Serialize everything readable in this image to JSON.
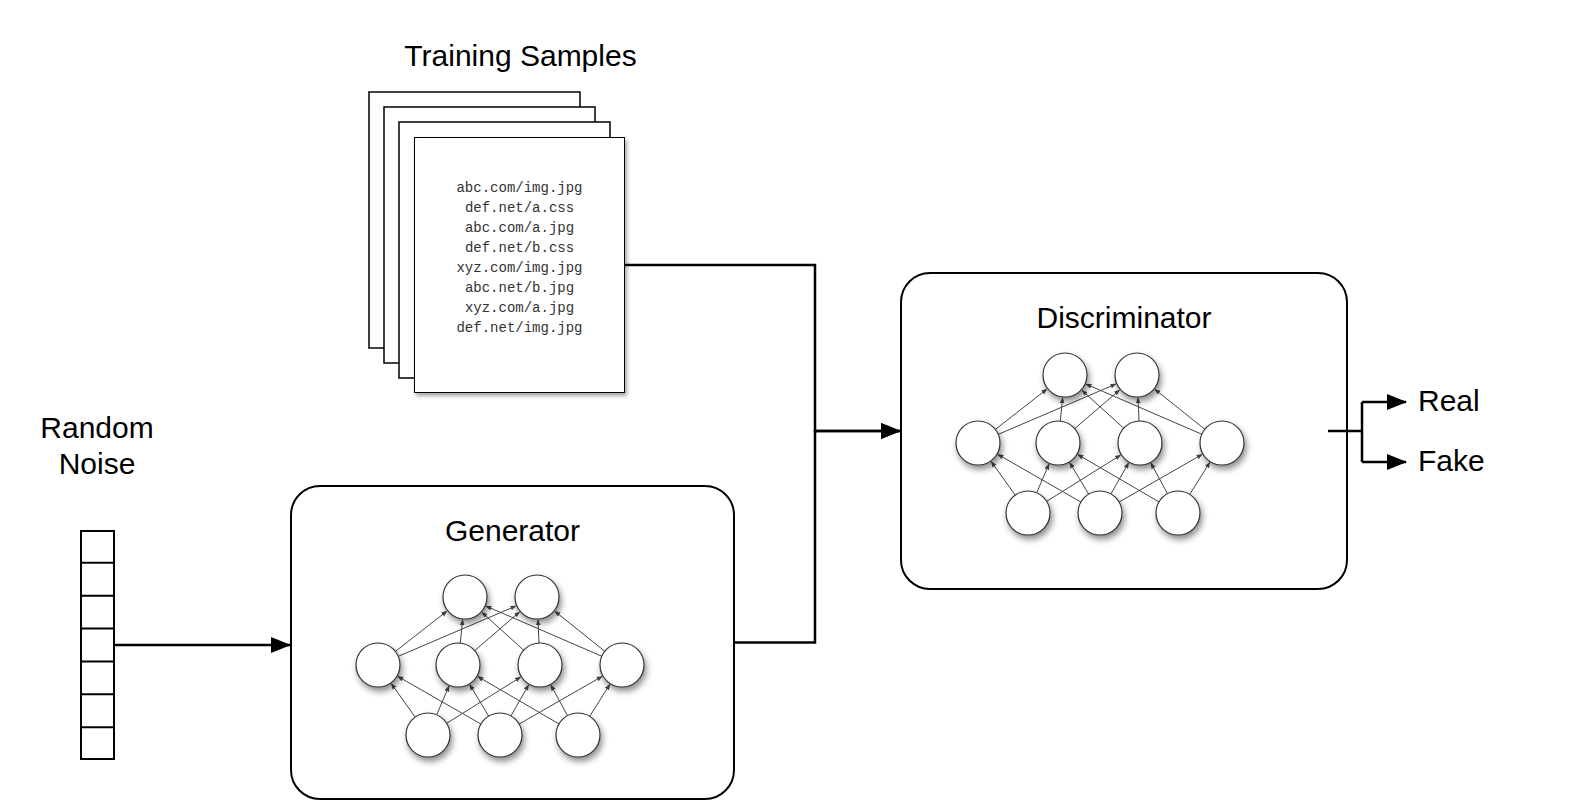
{
  "diagram": {
    "nodes": [
      {
        "text": [
          "Training Samples",
          "abc.com/img.jpg def.net/a.css abc.com/a.jpg def.net/b.css xyz.com/img.jpg abc.net/b.jpg xyz.com/a.jpg def.net/img.jpg"
        ]
      },
      {
        "text": [
          "Random Noise"
        ]
      },
      {
        "text": [
          "Generator"
        ]
      },
      {
        "text": [
          "Discriminator"
        ]
      }
    ],
    "edges": [
      {
        "from": 1,
        "to": 2,
        "arrow": "to"
      },
      {
        "from": 0,
        "to": 3,
        "arrow": "to"
      },
      {
        "from": 2,
        "to": 3,
        "arrow": "to"
      }
    ],
    "labels": [
      "Real",
      "Fake"
    ]
  }
}
